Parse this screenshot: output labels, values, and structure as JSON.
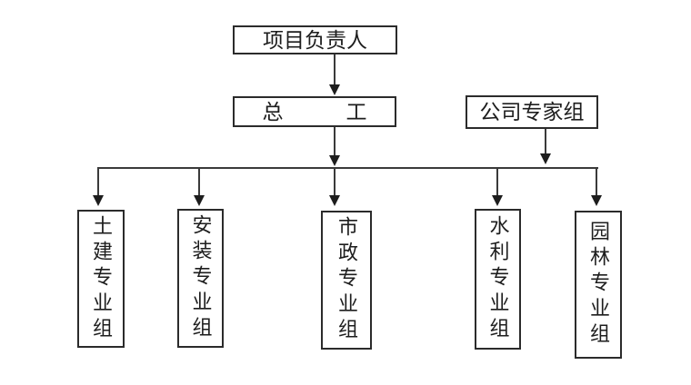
{
  "diagram": {
    "type": "org-chart",
    "nodes": {
      "project_leader": {
        "label": "项目负责人"
      },
      "chief_engineer": {
        "label": "总　　　工"
      },
      "company_expert_group": {
        "label": "公司专家组"
      },
      "groups": [
        {
          "label": "土建专业组"
        },
        {
          "label": "安装专业组"
        },
        {
          "label": "市政专业组"
        },
        {
          "label": "水利专业组"
        },
        {
          "label": "园林专业组"
        }
      ]
    },
    "edges": [
      {
        "from": "project_leader",
        "to": "chief_engineer"
      },
      {
        "from": "chief_engineer",
        "to": "bus_line"
      },
      {
        "from": "company_expert_group",
        "to": "bus_line"
      },
      {
        "from": "bus_line",
        "to": "groups.0"
      },
      {
        "from": "bus_line",
        "to": "groups.1"
      },
      {
        "from": "bus_line",
        "to": "groups.2"
      },
      {
        "from": "bus_line",
        "to": "groups.3"
      },
      {
        "from": "bus_line",
        "to": "groups.4"
      }
    ],
    "colors": {
      "background": "#ffffff",
      "border": "#2b2b2b",
      "line": "#3a3a3a",
      "text": "#1d1d1d"
    }
  }
}
